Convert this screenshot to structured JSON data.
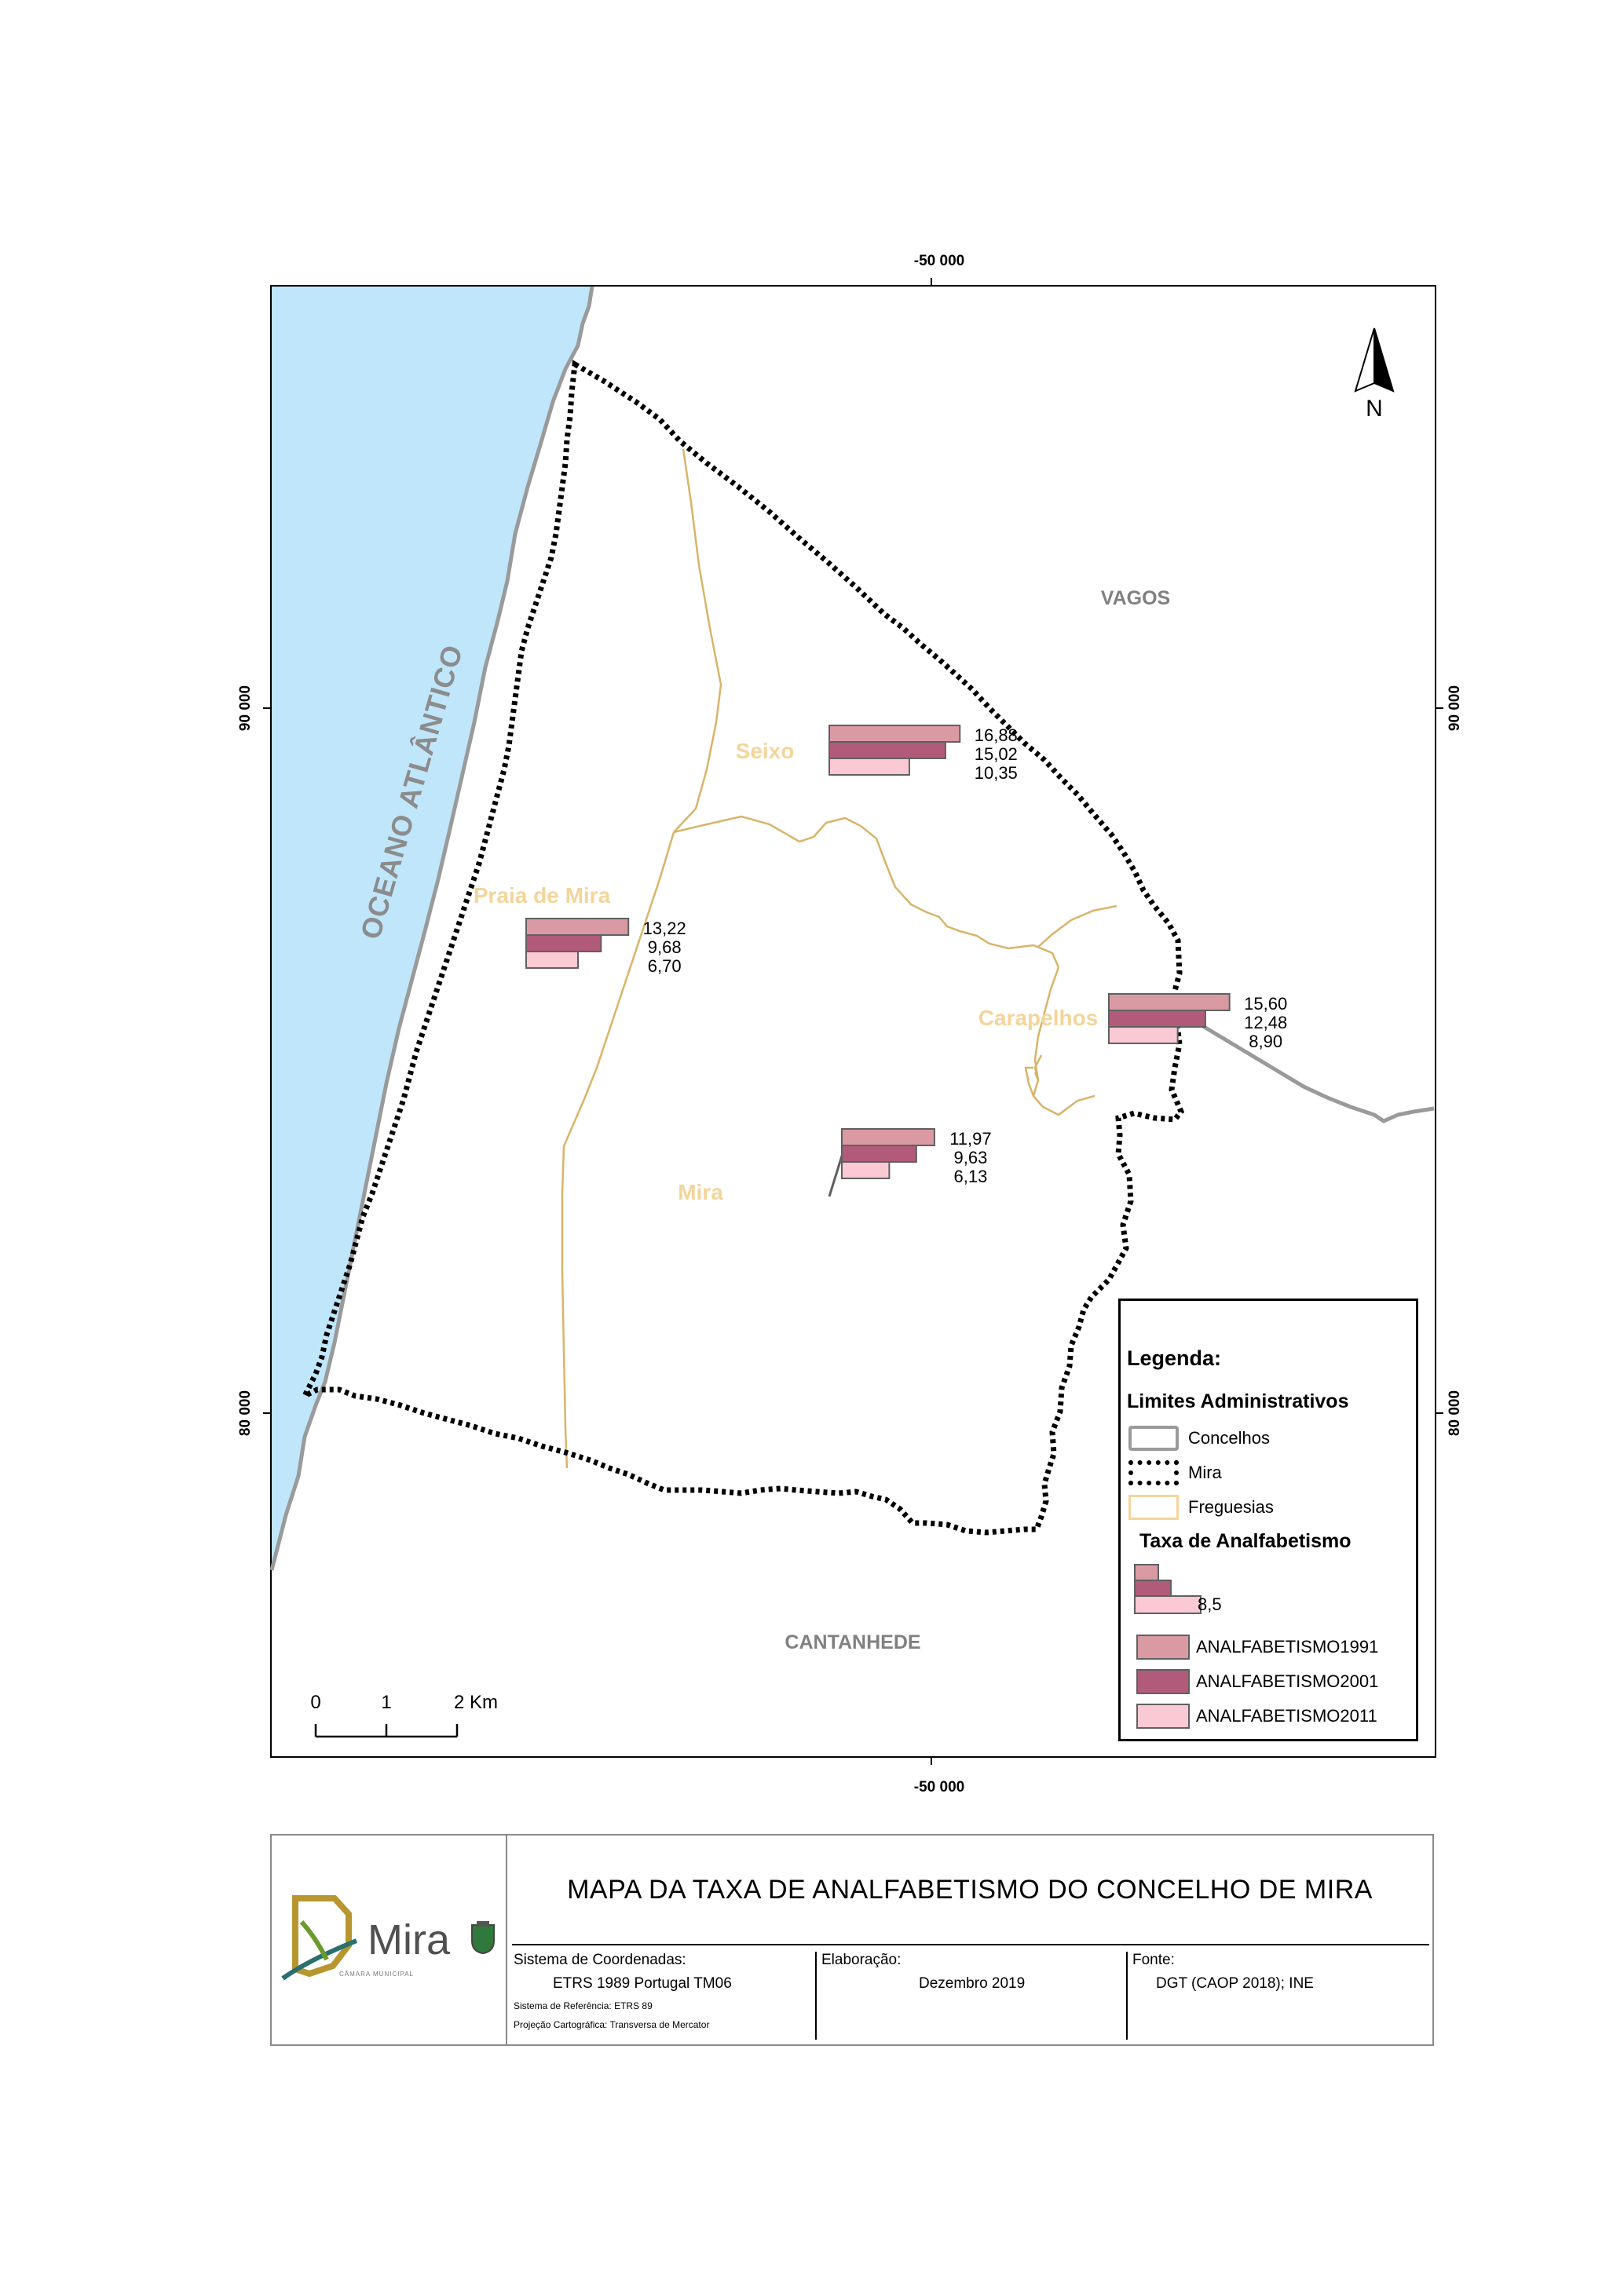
{
  "map": {
    "title": "MAPA DA TAXA DE ANALFABETISMO DO CONCELHO DE MIRA",
    "coords": {
      "top": "-50 000",
      "bottom": "-50 000",
      "left_upper": "90 000",
      "left_lower": "80 000",
      "right_upper": "90 000",
      "right_lower": "80 000"
    },
    "north_label": "N",
    "ocean_label": "OCEANO ATLÂNTICO",
    "neighbours": {
      "north_east": "VAGOS",
      "south": "CANTANHEDE"
    },
    "scale": {
      "l0": "0",
      "l1": "1",
      "l2": "2 Km"
    }
  },
  "freguesias": [
    {
      "name": "Seixo",
      "values": [
        "16,88",
        "15,02",
        "10,35"
      ],
      "v1991": 16.88,
      "v2001": 15.02,
      "v2011": 10.35
    },
    {
      "name": "Praia de Mira",
      "values": [
        "13,22",
        "9,68",
        "6,70"
      ],
      "v1991": 13.22,
      "v2001": 9.68,
      "v2011": 6.7
    },
    {
      "name": "Carapelhos",
      "values": [
        "15,60",
        "12,48",
        "8,90"
      ],
      "v1991": 15.6,
      "v2001": 12.48,
      "v2011": 8.9
    },
    {
      "name": "Mira",
      "values": [
        "11,97",
        "9,63",
        "6,13"
      ],
      "v1991": 11.97,
      "v2001": 9.63,
      "v2011": 6.13
    }
  ],
  "legend": {
    "title": "Legenda:",
    "admin_title": "Limites Administrativos",
    "concelhos": "Concelhos",
    "mira": "Mira",
    "freguesias": "Freguesias",
    "rate_title": "Taxa de Analfabetismo",
    "symbol_value": "8,5",
    "cat_1991": "ANALFABETISMO1991",
    "cat_2001": "ANALFABETISMO2001",
    "cat_2011": "ANALFABETISMO2011"
  },
  "colors": {
    "ocean": "#bfe6fa",
    "coast": "#9a9a9a",
    "freguesia_line": "#d8b46a",
    "bar_1991": "#d99aa4",
    "bar_2001": "#b25a79",
    "bar_2011": "#fbc9d3"
  },
  "title_block": {
    "coord_header": "Sistema de Coordenadas:",
    "coord_value": "ETRS 1989 Portugal TM06",
    "ref_system": "Sistema de Referência: ETRS 89",
    "projection": "Projeção Cartográfica: Transversa de Mercator",
    "elab_header": "Elaboração:",
    "elab_value": "Dezembro 2019",
    "source_header": "Fonte:",
    "source_value": "DGT (CAOP 2018); INE",
    "logo_text": "Mira",
    "logo_sub": "CÂMARA MUNICIPAL"
  }
}
